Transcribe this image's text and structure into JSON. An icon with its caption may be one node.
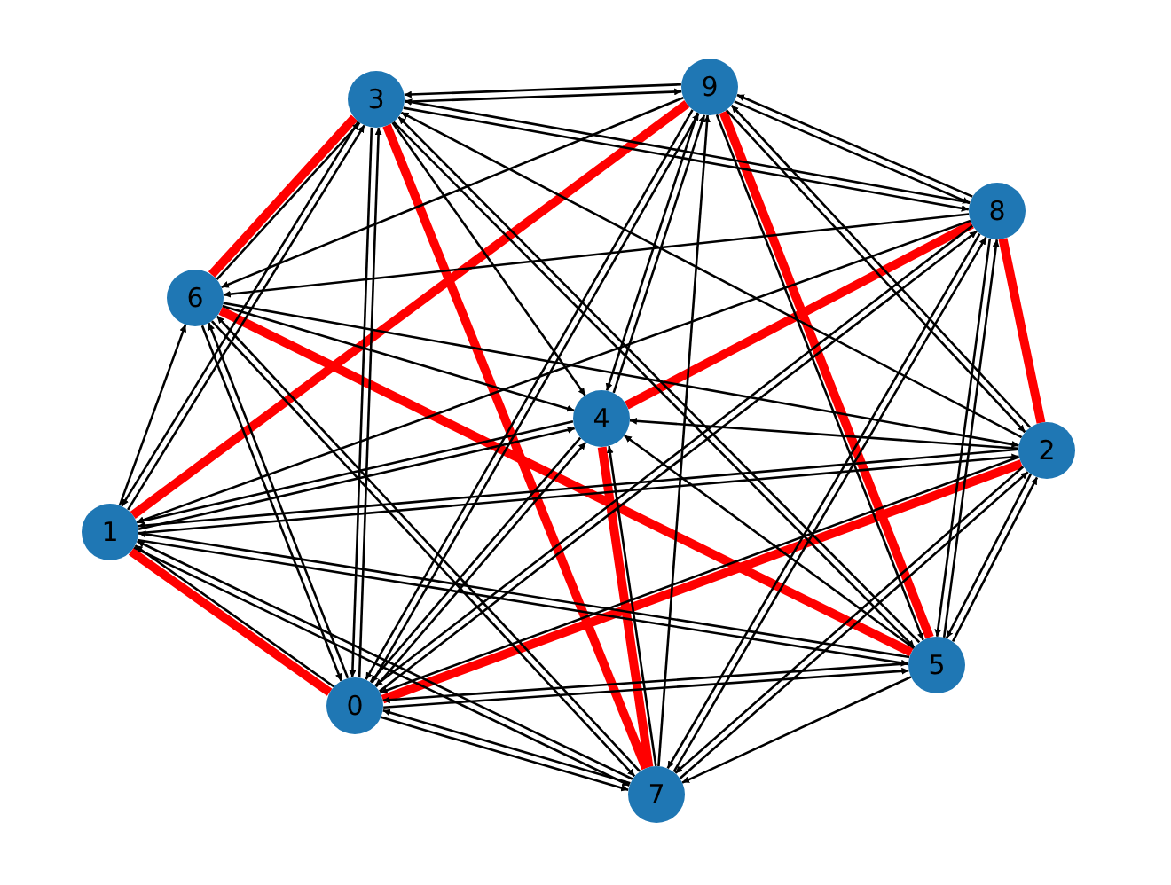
{
  "diagram": {
    "nodes": [
      {
        "text": [
          "0"
        ]
      },
      {
        "text": [
          "1"
        ]
      },
      {
        "text": [
          "2"
        ]
      },
      {
        "text": [
          "3"
        ]
      },
      {
        "text": [
          "4"
        ]
      },
      {
        "text": [
          "5"
        ]
      },
      {
        "text": [
          "6"
        ]
      },
      {
        "text": [
          "7"
        ]
      },
      {
        "text": [
          "8"
        ]
      },
      {
        "text": [
          "9"
        ]
      }
    ],
    "edges": [
      {
        "from": 3,
        "to": 6,
        "arrow": "to",
        "style": "thick",
        "color": "#ff0000"
      },
      {
        "from": 6,
        "to": 5,
        "arrow": "to",
        "style": "thick",
        "color": "#ff0000"
      },
      {
        "from": 5,
        "to": 9,
        "arrow": "to",
        "style": "thick",
        "color": "#ff0000"
      },
      {
        "from": 9,
        "to": 1,
        "arrow": "to",
        "style": "thick",
        "color": "#ff0000"
      },
      {
        "from": 1,
        "to": 0,
        "arrow": "to",
        "style": "thick",
        "color": "#ff0000"
      },
      {
        "from": 0,
        "to": 2,
        "arrow": "to",
        "style": "thick",
        "color": "#ff0000"
      },
      {
        "from": 2,
        "to": 8,
        "arrow": "to",
        "style": "thick",
        "color": "#ff0000"
      },
      {
        "from": 8,
        "to": 4,
        "arrow": "to",
        "style": "thick",
        "color": "#ff0000"
      },
      {
        "from": 4,
        "to": 7,
        "arrow": "to",
        "style": "thick",
        "color": "#ff0000"
      },
      {
        "from": 7,
        "to": 3,
        "arrow": "to",
        "style": "thick",
        "color": "#ff0000"
      },
      {
        "from": 6,
        "to": 3,
        "arrow": "to"
      },
      {
        "from": 9,
        "to": 3,
        "arrow": "to"
      },
      {
        "from": 8,
        "to": 3,
        "arrow": "to"
      },
      {
        "from": 2,
        "to": 3,
        "arrow": "to"
      },
      {
        "from": 5,
        "to": 3,
        "arrow": "to"
      },
      {
        "from": 0,
        "to": 3,
        "arrow": "to"
      },
      {
        "from": 1,
        "to": 3,
        "arrow": "to"
      },
      {
        "from": 3,
        "to": 9,
        "arrow": "to"
      },
      {
        "from": 8,
        "to": 9,
        "arrow": "to"
      },
      {
        "from": 9,
        "to": 8,
        "arrow": "to"
      },
      {
        "from": 0,
        "to": 9,
        "arrow": "to"
      },
      {
        "from": 7,
        "to": 9,
        "arrow": "to"
      },
      {
        "from": 4,
        "to": 9,
        "arrow": "to"
      },
      {
        "from": 2,
        "to": 9,
        "arrow": "to"
      },
      {
        "from": 3,
        "to": 8,
        "arrow": "to"
      },
      {
        "from": 8,
        "to": 6,
        "arrow": "to"
      },
      {
        "from": 9,
        "to": 6,
        "arrow": "to"
      },
      {
        "from": 1,
        "to": 6,
        "arrow": "to"
      },
      {
        "from": 0,
        "to": 6,
        "arrow": "to"
      },
      {
        "from": 7,
        "to": 6,
        "arrow": "to"
      },
      {
        "from": 6,
        "to": 4,
        "arrow": "to"
      },
      {
        "from": 6,
        "to": 2,
        "arrow": "to"
      },
      {
        "from": 6,
        "to": 0,
        "arrow": "to"
      },
      {
        "from": 6,
        "to": 7,
        "arrow": "to"
      },
      {
        "from": 3,
        "to": 1,
        "arrow": "to"
      },
      {
        "from": 4,
        "to": 1,
        "arrow": "to"
      },
      {
        "from": 8,
        "to": 1,
        "arrow": "to"
      },
      {
        "from": 2,
        "to": 1,
        "arrow": "to"
      },
      {
        "from": 5,
        "to": 1,
        "arrow": "to"
      },
      {
        "from": 7,
        "to": 1,
        "arrow": "to"
      },
      {
        "from": 0,
        "to": 1,
        "arrow": "to"
      },
      {
        "from": 3,
        "to": 0,
        "arrow": "to"
      },
      {
        "from": 9,
        "to": 0,
        "arrow": "to"
      },
      {
        "from": 8,
        "to": 0,
        "arrow": "to"
      },
      {
        "from": 4,
        "to": 0,
        "arrow": "to"
      },
      {
        "from": 2,
        "to": 0,
        "arrow": "to"
      },
      {
        "from": 5,
        "to": 0,
        "arrow": "to"
      },
      {
        "from": 7,
        "to": 0,
        "arrow": "to"
      },
      {
        "from": 0,
        "to": 7,
        "arrow": "to"
      },
      {
        "from": 3,
        "to": 4,
        "arrow": "to"
      },
      {
        "from": 9,
        "to": 4,
        "arrow": "to"
      },
      {
        "from": 2,
        "to": 4,
        "arrow": "to"
      },
      {
        "from": 5,
        "to": 4,
        "arrow": "to"
      },
      {
        "from": 7,
        "to": 4,
        "arrow": "to"
      },
      {
        "from": 1,
        "to": 4,
        "arrow": "to"
      },
      {
        "from": 0,
        "to": 4,
        "arrow": "to"
      },
      {
        "from": 9,
        "to": 2,
        "arrow": "to"
      },
      {
        "from": 1,
        "to": 2,
        "arrow": "to"
      },
      {
        "from": 5,
        "to": 2,
        "arrow": "to"
      },
      {
        "from": 7,
        "to": 2,
        "arrow": "to"
      },
      {
        "from": 9,
        "to": 5,
        "arrow": "to"
      },
      {
        "from": 1,
        "to": 5,
        "arrow": "to"
      },
      {
        "from": 0,
        "to": 5,
        "arrow": "to"
      },
      {
        "from": 3,
        "to": 5,
        "arrow": "to"
      },
      {
        "from": 8,
        "to": 5,
        "arrow": "to"
      },
      {
        "from": 2,
        "to": 5,
        "arrow": "to"
      },
      {
        "from": 1,
        "to": 7,
        "arrow": "to"
      },
      {
        "from": 2,
        "to": 7,
        "arrow": "to"
      },
      {
        "from": 5,
        "to": 7,
        "arrow": "to"
      },
      {
        "from": 8,
        "to": 7,
        "arrow": "to"
      },
      {
        "from": 7,
        "to": 8,
        "arrow": "to"
      },
      {
        "from": 5,
        "to": 8,
        "arrow": "to"
      },
      {
        "from": 0,
        "to": 8,
        "arrow": "to"
      }
    ]
  }
}
